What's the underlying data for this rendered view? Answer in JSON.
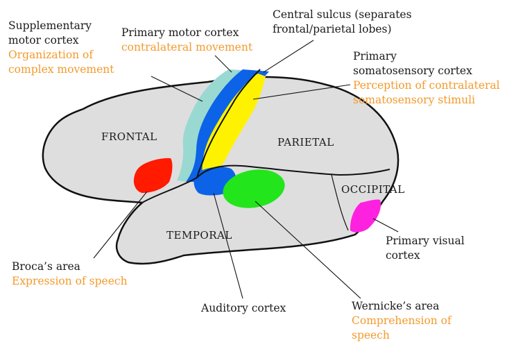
{
  "colors": {
    "brain_fill": "#dedede",
    "outline": "#111111",
    "function_text": "#f39a2c",
    "supplementary_motor": "#9ad9d2",
    "primary_motor": "#0c63e7",
    "somatosensory": "#fff200",
    "broca": "#ff1a00",
    "auditory": "#0c63e7",
    "wernicke": "#22e51c",
    "visual": "#ff21e0"
  },
  "labels": {
    "supplementary": {
      "name": [
        "Supplementary",
        "motor cortex"
      ],
      "function": [
        "Organization of",
        "complex movement"
      ]
    },
    "primary_motor": {
      "name": [
        "Primary motor cortex"
      ],
      "function": [
        "contralateral movement"
      ]
    },
    "central_sulcus": {
      "name": [
        "Central sulcus (separates",
        "frontal/parietal lobes)"
      ]
    },
    "somatosensory": {
      "name": [
        "Primary",
        "somatosensory cortex"
      ],
      "function": [
        "Perception of contralateral",
        "somatosensory stimuli"
      ]
    },
    "broca": {
      "name": [
        "Broca’s area"
      ],
      "function": [
        "Expression of speech"
      ]
    },
    "auditory": {
      "name": [
        "Auditory cortex"
      ]
    },
    "wernicke": {
      "name": [
        "Wernicke’s area"
      ],
      "function": [
        "Comprehension of",
        "speech"
      ]
    },
    "visual": {
      "name": [
        "Primary visual",
        "cortex"
      ]
    }
  },
  "lobes": {
    "frontal": "FRONTAL",
    "parietal": "PARIETAL",
    "temporal": "TEMPORAL",
    "occipital": "OCCIPITAL"
  }
}
